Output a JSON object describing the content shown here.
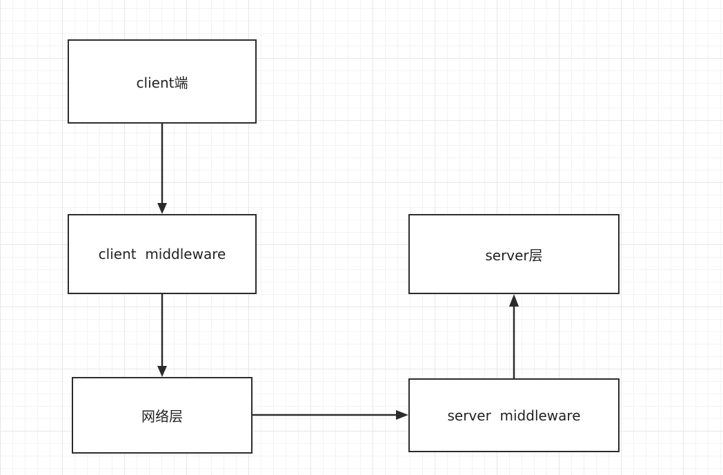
{
  "diagram": {
    "nodes": [
      {
        "id": "client",
        "label": "client端"
      },
      {
        "id": "client_middleware",
        "label": "client  middleware"
      },
      {
        "id": "network",
        "label": "网络层"
      },
      {
        "id": "server_middleware",
        "label": "server  middleware"
      },
      {
        "id": "server",
        "label": "server层"
      }
    ],
    "edges": [
      {
        "from": "client",
        "to": "client_middleware"
      },
      {
        "from": "client_middleware",
        "to": "network"
      },
      {
        "from": "network",
        "to": "server_middleware"
      },
      {
        "from": "server_middleware",
        "to": "server"
      }
    ],
    "colors": {
      "stroke": "#2b2b2b",
      "text": "#222222",
      "background": "#ffffff",
      "grid": "#e6e6e6"
    }
  }
}
